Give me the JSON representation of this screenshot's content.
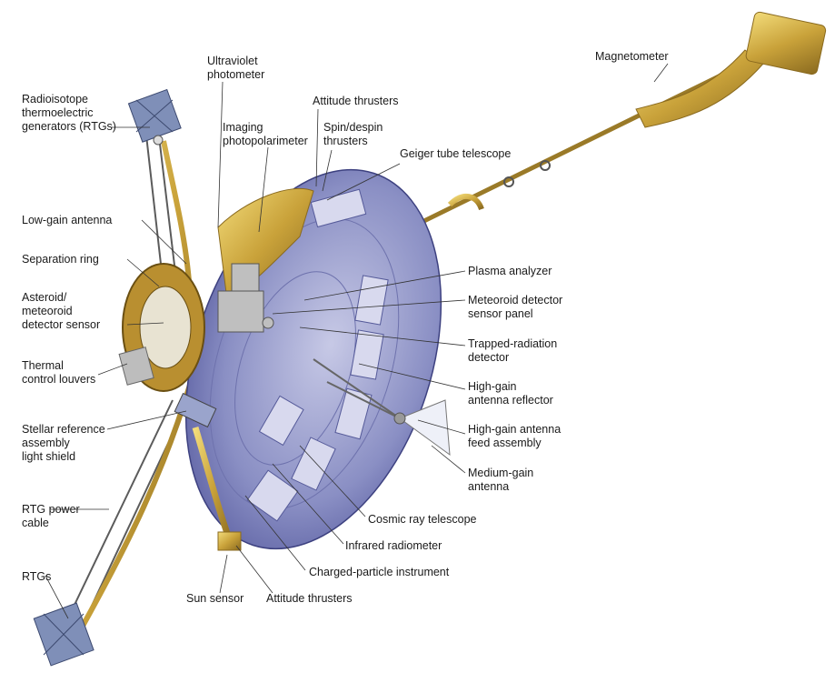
{
  "diagram": {
    "labels": {
      "magnetometer": "Magnetometer",
      "ultraviolet_photometer": "Ultraviolet\nphotometer",
      "attitude_thrusters_top": "Attitude thrusters",
      "rtgs_top": "Radioisotope\nthermoelectric\ngenerators (RTGs)",
      "imaging_photopolarimeter": "Imaging\nphotopolarimeter",
      "spin_despin_thrusters": "Spin/despin\nthrusters",
      "geiger_tube_telescope": "Geiger tube telescope",
      "low_gain_antenna": "Low-gain antenna",
      "separation_ring": "Separation ring",
      "asteroid_meteoroid_detector": "Asteroid/\nmeteoroid\ndetector sensor",
      "plasma_analyzer": "Plasma analyzer",
      "meteoroid_detector_panel": "Meteoroid detector\nsensor panel",
      "trapped_radiation_detector": "Trapped-radiation\ndetector",
      "thermal_control_louvers": "Thermal\ncontrol louvers",
      "high_gain_antenna_reflector": "High-gain\nantenna reflector",
      "stellar_reference_shield": "Stellar reference\nassembly\nlight shield",
      "high_gain_feed_assembly": "High-gain antenna\n feed assembly",
      "medium_gain_antenna": "Medium-gain\nantenna",
      "rtg_power_cable": "RTG power\ncable",
      "cosmic_ray_telescope": "Cosmic ray telescope",
      "infrared_radiometer": "Infrared radiometer",
      "charged_particle_instrument": "Charged-particle instrument",
      "rtgs_bottom": "RTGs",
      "sun_sensor": "Sun sensor",
      "attitude_thrusters_bottom": "Attitude thrusters"
    },
    "colors": {
      "dish": "#5a5fa8",
      "dish_light": "#b9bde0",
      "gold_foil": "#c9a23a",
      "boom": "#8a6d2a",
      "rtg": "#7f8fb8",
      "leader_line": "#333333"
    }
  }
}
